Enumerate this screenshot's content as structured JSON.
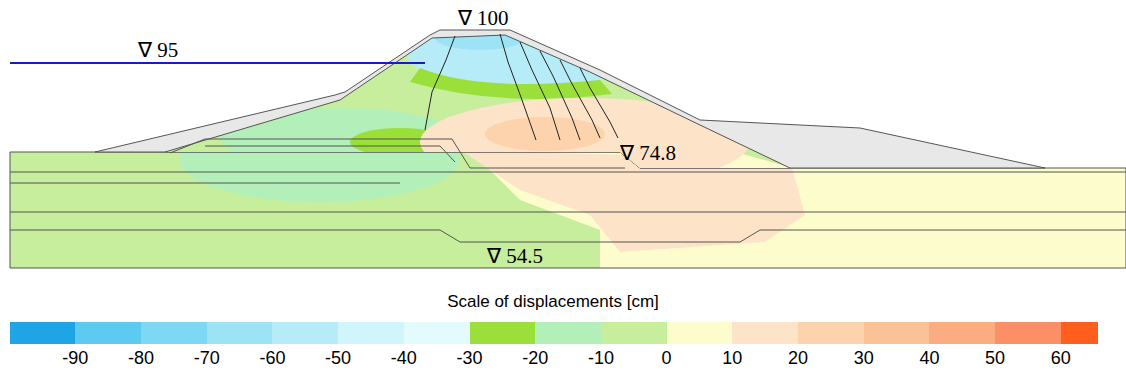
{
  "diagram": {
    "labels": [
      "∇ 100",
      "∇ 95",
      "∇ 74.8",
      "∇ 54.5",
      "Scale of displacements [cm]"
    ],
    "legend": [
      {
        "text": "-90",
        "color": "#1fa5e6"
      },
      {
        "text": "-80",
        "color": "#5ccaf1"
      },
      {
        "text": "-70",
        "color": "#7ed8f4"
      },
      {
        "text": "-60",
        "color": "#9ce3f6"
      },
      {
        "text": "-50",
        "color": "#b6ecf7"
      },
      {
        "text": "-40",
        "color": "#d0f5fa"
      },
      {
        "text": "-30",
        "color": "#e4fbfd"
      },
      {
        "text": "-20",
        "color": "#9be03a"
      },
      {
        "text": "-10",
        "color": "#b3efb9"
      },
      {
        "text": "0",
        "color": "#c6ee9c"
      },
      {
        "text": "10",
        "color": "#fdfccc"
      },
      {
        "text": "20",
        "color": "#fde3c8"
      },
      {
        "text": "30",
        "color": "#fdd3ae"
      },
      {
        "text": "40",
        "color": "#fcc297"
      },
      {
        "text": "50",
        "color": "#fbac80"
      },
      {
        "text": "60",
        "color": "#fb9067"
      }
    ]
  }
}
